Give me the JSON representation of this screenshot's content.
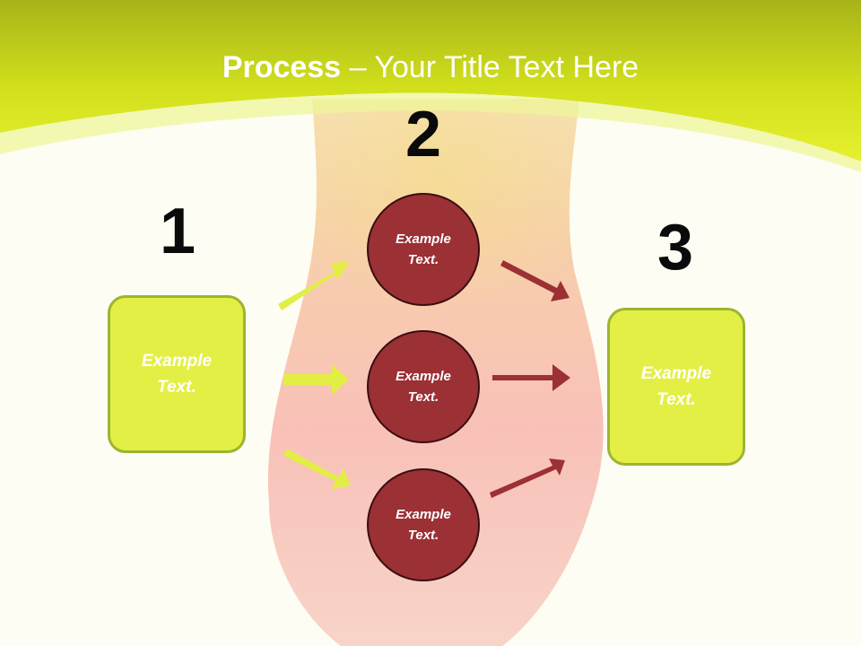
{
  "title": {
    "bold": "Process",
    "rest": " – Your Title Text Here"
  },
  "steps": {
    "one": "1",
    "two": "2",
    "three": "3"
  },
  "left_box": {
    "text": "Example Text."
  },
  "right_box": {
    "text": "Example Text."
  },
  "circles": [
    {
      "text": "Example Text."
    },
    {
      "text": "Example Text."
    },
    {
      "text": "Example Text."
    }
  ],
  "colors": {
    "header_green": "#d4e21a",
    "box_fill": "#e4ef46",
    "circle_fill": "#9b3035",
    "arrow_left": "#e2ee44",
    "arrow_right": "#9b3035"
  }
}
